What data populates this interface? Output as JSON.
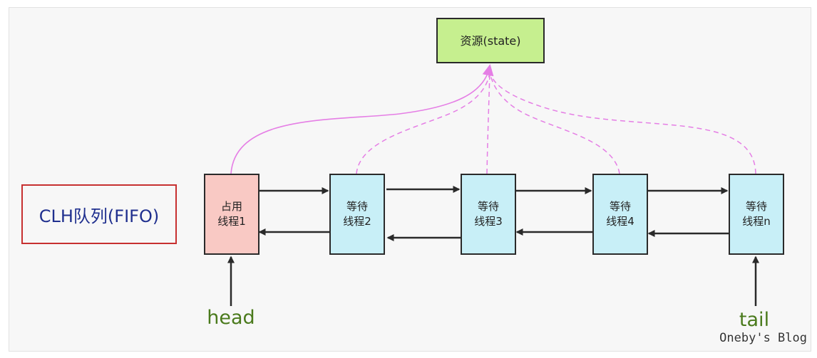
{
  "resource": {
    "label": "资源(state)",
    "color": "#c6ef8f"
  },
  "queue_label": "CLH队列(FIFO)",
  "nodes": [
    {
      "label": "占用\n线程1",
      "state": "occupied",
      "color": "#f9c9c4"
    },
    {
      "label": "等待\n线程2",
      "state": "waiting",
      "color": "#c8eff7"
    },
    {
      "label": "等待\n线程3",
      "state": "waiting",
      "color": "#c8eff7"
    },
    {
      "label": "等待\n线程4",
      "state": "waiting",
      "color": "#c8eff7"
    },
    {
      "label": "等待\n线程n",
      "state": "waiting",
      "color": "#c8eff7"
    }
  ],
  "pointers": {
    "head": "head",
    "tail": "tail"
  },
  "colors": {
    "link": "#e57ee5",
    "arrow": "#2a2a2a",
    "pointer_text": "#4a7a1c"
  },
  "watermark": "Oneby's Blog"
}
